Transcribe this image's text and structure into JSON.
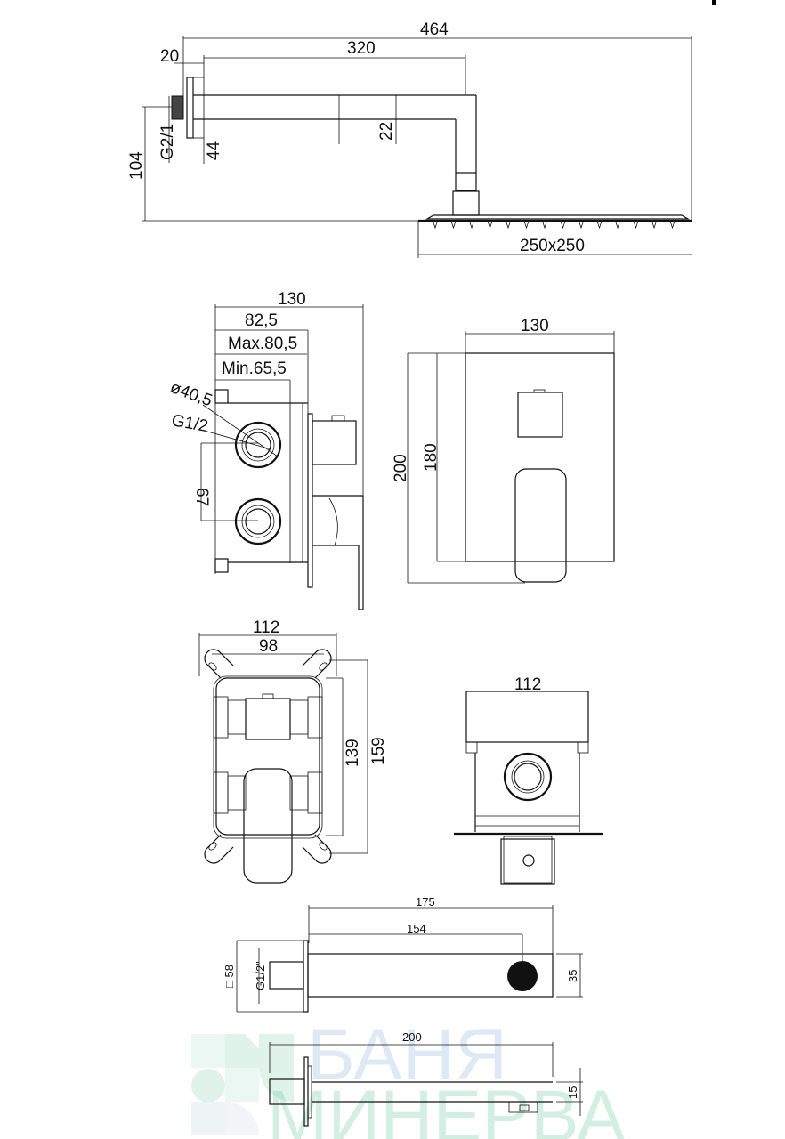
{
  "drawing": {
    "title": "Shower mixer set technical drawing",
    "views": {
      "overhead_shower": {
        "dims": {
          "total_length": "464",
          "arm_length": "320",
          "flange_offset": "20",
          "thread": "G2/1",
          "flange_height": "44",
          "arm_height": "22",
          "total_height": "104",
          "head_size": "250x250"
        }
      },
      "mixer_side": {
        "dims": {
          "depth": "130",
          "body_depth": "82,5",
          "max_depth": "Max.80,5",
          "min_depth": "Min.65,5",
          "port_diameter": "ø40,5",
          "port_thread": "G1/2",
          "port_spacing": "67"
        }
      },
      "mixer_front": {
        "dims": {
          "width": "130",
          "plate_height": "200",
          "inner_height": "180"
        }
      },
      "box_front": {
        "dims": {
          "outer_width": "112",
          "inner_width": "98",
          "inner_height": "139",
          "outer_height": "159"
        }
      },
      "box_top": {
        "dims": {
          "width": "112"
        }
      },
      "spout": {
        "dims": {
          "total_length": "175",
          "outlet_distance": "154",
          "flange_square": "□ 58",
          "thread": "G1/2\"",
          "height": "35"
        }
      },
      "shower_arm_small": {
        "dims": {
          "length": "200",
          "thickness": "15"
        }
      }
    }
  },
  "watermark": {
    "line1": "БАНЯ",
    "line2": "МИНЕРВА",
    "color": "#3cb98a"
  }
}
